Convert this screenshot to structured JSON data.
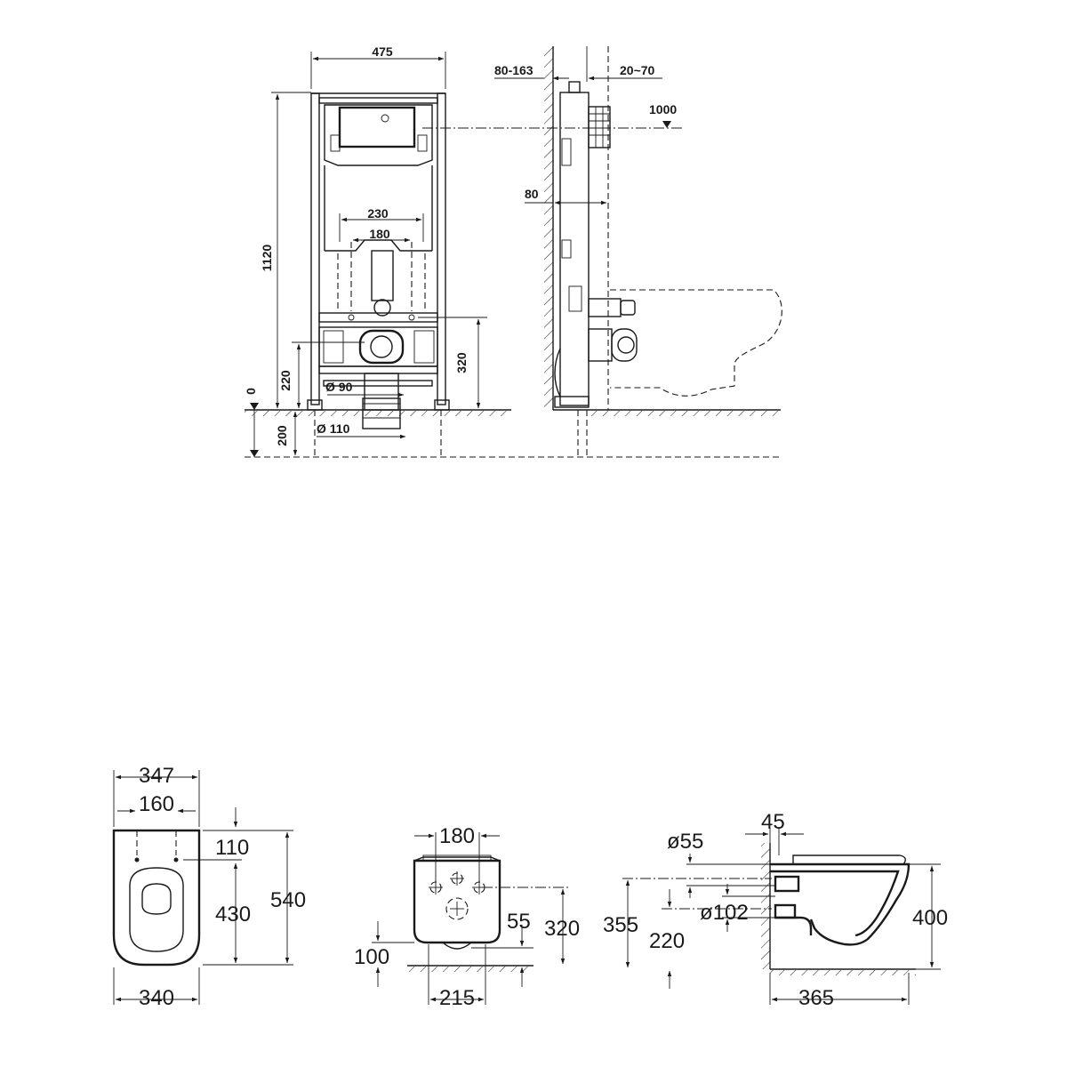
{
  "frame_front": {
    "width": "475",
    "height": "1120",
    "flush_height": "320",
    "inlet_height": "220",
    "zero": "0",
    "depth": "200",
    "pipe_d90": "Ø 90",
    "pipe_d110": "Ø 110",
    "bolt_230": "230",
    "bolt_180": "180"
  },
  "frame_side": {
    "wall_gap": "80-163",
    "cover": "20~70",
    "flush_level": "1000",
    "frame_depth": "80"
  },
  "bowl_top": {
    "width_top": "347",
    "hole_spacing": "160",
    "hole_offset": "110",
    "seat_length": "430",
    "length": "540",
    "width_bottom": "340"
  },
  "bowl_front": {
    "bolt_spacing": "180",
    "outlet_height": "55",
    "height": "320",
    "floor_offset": "100",
    "base_width": "215"
  },
  "bowl_side": {
    "wall_offset": "45",
    "inlet_diameter": "ø55",
    "outlet_diameter": "ø102",
    "axis_height": "355",
    "outlet_height": "220",
    "rim_height": "400",
    "projection": "365"
  }
}
